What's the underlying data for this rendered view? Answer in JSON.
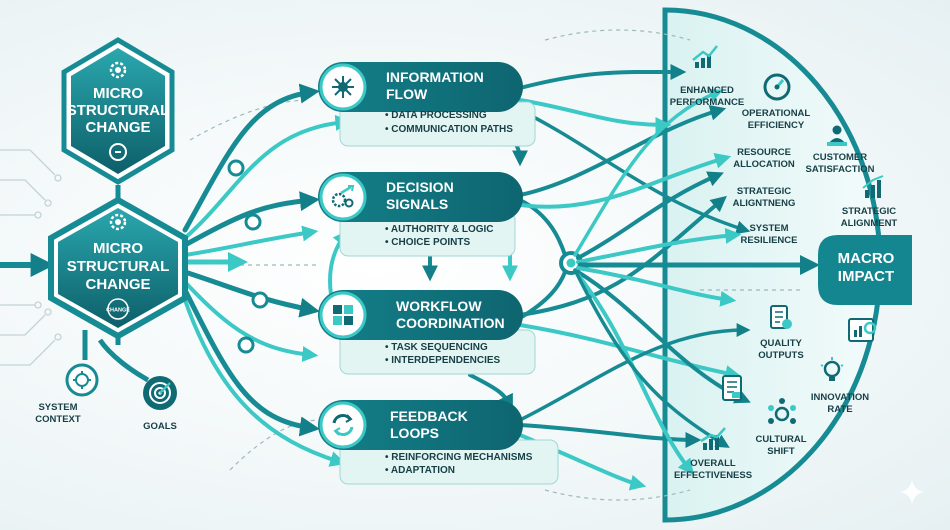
{
  "colors": {
    "teal_dark": "#0f6a74",
    "teal": "#1a8f98",
    "teal_light": "#3cc9c6",
    "mint": "#e3f5f3",
    "text_dark": "#173f46"
  },
  "top_hex": {
    "lines": [
      "MICRO",
      "STRUCTURAL",
      "CHANGE"
    ],
    "icon": "gear-icon",
    "sub_icon": "refresh-icon"
  },
  "main_hex": {
    "lines": [
      "MICRO",
      "STRUCTURAL",
      "CHANGE"
    ],
    "icon": "gear-icon",
    "badge": "CHANGE"
  },
  "inputs": [
    {
      "lines": [
        "SYSTEM",
        "CONTEXT"
      ],
      "icon": "circuit-icon"
    },
    {
      "lines": [
        "GOALS"
      ],
      "icon": "target-icon"
    }
  ],
  "mechanisms": [
    {
      "title": [
        "INFORMATION",
        "FLOW"
      ],
      "icon": "network-icon",
      "bullets": [
        "DATA PROCESSING",
        "COMMUNICATION PATHS"
      ]
    },
    {
      "title": [
        "DECISION",
        "SIGNALS"
      ],
      "icon": "gears-arrow-icon",
      "bullets": [
        "AUTHORITY & LOGIC",
        "CHOICE POINTS"
      ]
    },
    {
      "title": [
        "WORKFLOW",
        "COORDINATION"
      ],
      "icon": "puzzle-icon",
      "bullets": [
        "TASK SEQUENCING",
        "INTERDEPENDENCIES"
      ]
    },
    {
      "title": [
        "FEEDBACK",
        "LOOPS"
      ],
      "icon": "cycle-icon",
      "bullets": [
        "REINFORCING MECHANISMS",
        "ADAPTATION"
      ]
    }
  ],
  "outcomes": [
    {
      "lines": [
        "ENHANCED",
        "PERFORMANCE"
      ],
      "icon": "growth-chart-icon"
    },
    {
      "lines": [
        "OPERATIONAL",
        "EFFICIENCY"
      ],
      "icon": "gauge-icon"
    },
    {
      "lines": [
        "RESOURCE",
        "ALLOCATION"
      ],
      "icon": ""
    },
    {
      "lines": [
        "CUSTOMER",
        "SATISFACTION"
      ],
      "icon": "customer-icon"
    },
    {
      "lines": [
        "STRATEGIC",
        "ALIGNTNENG"
      ],
      "icon": ""
    },
    {
      "lines": [
        "STRATEGIC",
        "ALIGNMENT"
      ],
      "icon": "bar-chart-icon"
    },
    {
      "lines": [
        "SYSTEM",
        "RESILIENCE"
      ],
      "icon": ""
    },
    {
      "lines": [
        "QUALITY",
        "OUTPUTS"
      ],
      "icon": "quality-doc-icon"
    },
    {
      "lines": [
        ""
      ],
      "icon": "settings-chart-icon"
    },
    {
      "lines": [
        "INNOVATION",
        "RATE"
      ],
      "icon": "lightbulb-icon"
    },
    {
      "lines": [
        ""
      ],
      "icon": "document-icon"
    },
    {
      "lines": [
        "CULTURAL",
        "SHIFT"
      ],
      "icon": "people-network-icon"
    },
    {
      "lines": [
        "OVERALL",
        "EFFECTIVENESS"
      ],
      "icon": "trend-chart-icon"
    }
  ],
  "macro": {
    "lines": [
      "MACRO",
      "IMPACT"
    ]
  }
}
